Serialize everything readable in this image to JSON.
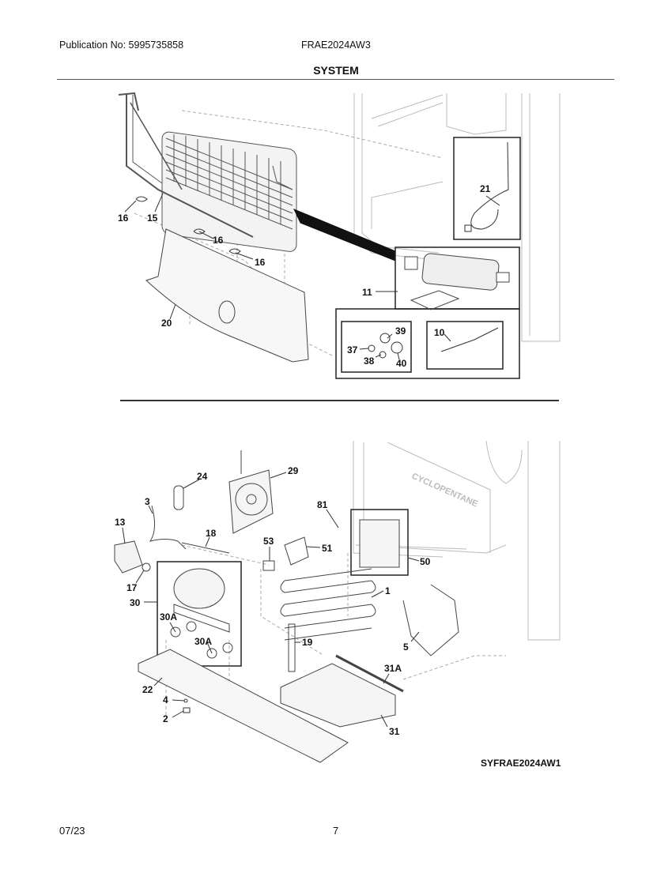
{
  "header": {
    "publication": "Publication No: 5995735858",
    "model": "FRAE2024AW3",
    "section_title": "SYSTEM"
  },
  "footer": {
    "date": "07/23",
    "page_number": "7",
    "diagram_code": "SYFRAE2024AW1"
  },
  "embossed_text": "CYCLOPENTANE",
  "upper_callouts": [
    "16",
    "15",
    "16",
    "16",
    "20",
    "21",
    "11",
    "39",
    "37",
    "38",
    "40",
    "10"
  ],
  "lower_callouts": [
    "24",
    "29",
    "3",
    "13",
    "18",
    "81",
    "53",
    "51",
    "50",
    "17",
    "30",
    "30A",
    "30A",
    "1",
    "19",
    "5",
    "31A",
    "22",
    "4",
    "2",
    "31"
  ]
}
